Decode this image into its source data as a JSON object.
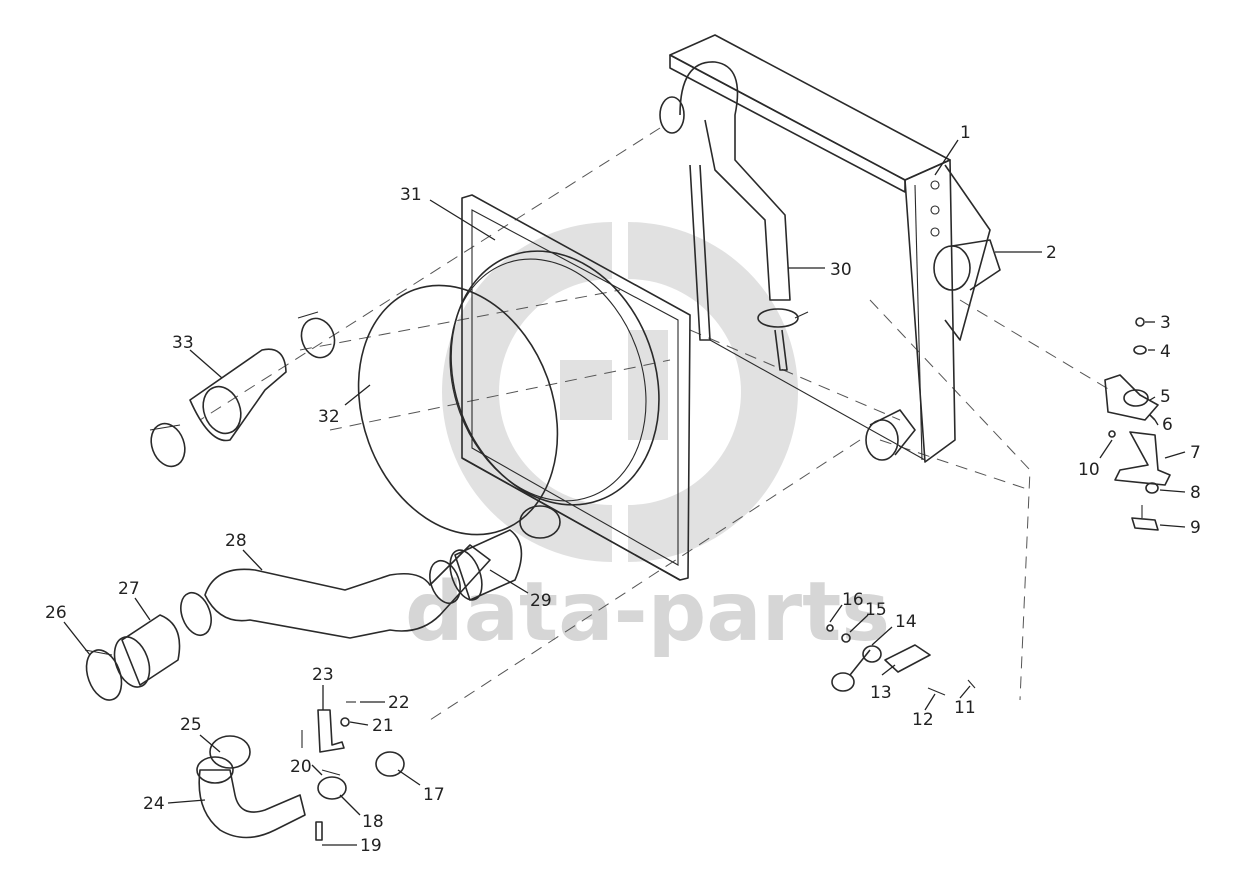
{
  "watermark": {
    "text": "data-parts",
    "color": "#c8c8c8"
  },
  "callouts": [
    {
      "label": "1"
    },
    {
      "label": "2"
    },
    {
      "label": "3"
    },
    {
      "label": "4"
    },
    {
      "label": "5"
    },
    {
      "label": "6"
    },
    {
      "label": "7"
    },
    {
      "label": "8"
    },
    {
      "label": "9"
    },
    {
      "label": "10"
    },
    {
      "label": "11"
    },
    {
      "label": "12"
    },
    {
      "label": "13"
    },
    {
      "label": "14"
    },
    {
      "label": "15"
    },
    {
      "label": "16"
    },
    {
      "label": "17"
    },
    {
      "label": "18"
    },
    {
      "label": "19"
    },
    {
      "label": "20"
    },
    {
      "label": "21"
    },
    {
      "label": "22"
    },
    {
      "label": "23"
    },
    {
      "label": "24"
    },
    {
      "label": "25"
    },
    {
      "label": "26"
    },
    {
      "label": "27"
    },
    {
      "label": "28"
    },
    {
      "label": "29"
    },
    {
      "label": "30"
    },
    {
      "label": "31"
    },
    {
      "label": "32"
    },
    {
      "label": "33"
    }
  ]
}
